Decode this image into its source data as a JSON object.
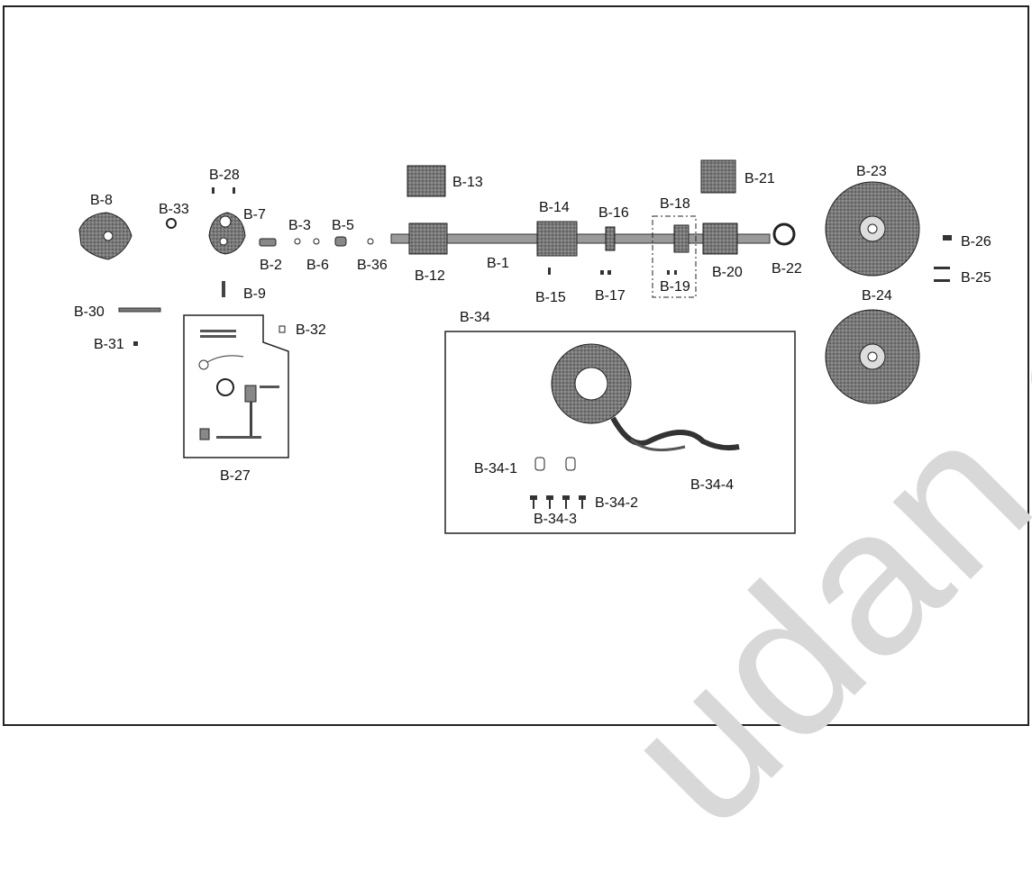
{
  "watermark": "udan.cz",
  "labels": {
    "b8": "B-8",
    "b33": "B-33",
    "b28": "B-28",
    "b7": "B-7",
    "b3": "B-3",
    "b5": "B-5",
    "b2": "B-2",
    "b6": "B-6",
    "b36": "B-36",
    "b9": "B-9",
    "b13": "B-13",
    "b12": "B-12",
    "b1": "B-1",
    "b14": "B-14",
    "b15": "B-15",
    "b16": "B-16",
    "b17": "B-17",
    "b18": "B-18",
    "b19": "B-19",
    "b21": "B-21",
    "b20": "B-20",
    "b22": "B-22",
    "b23": "B-23",
    "b24": "B-24",
    "b26": "B-26",
    "b25": "B-25",
    "b30": "B-30",
    "b31": "B-31",
    "b32": "B-32",
    "b27": "B-27",
    "b34": "B-34",
    "b34_1": "B-34-1",
    "b34_2": "B-34-2",
    "b34_3": "B-34-3",
    "b34_4": "B-34-4"
  }
}
